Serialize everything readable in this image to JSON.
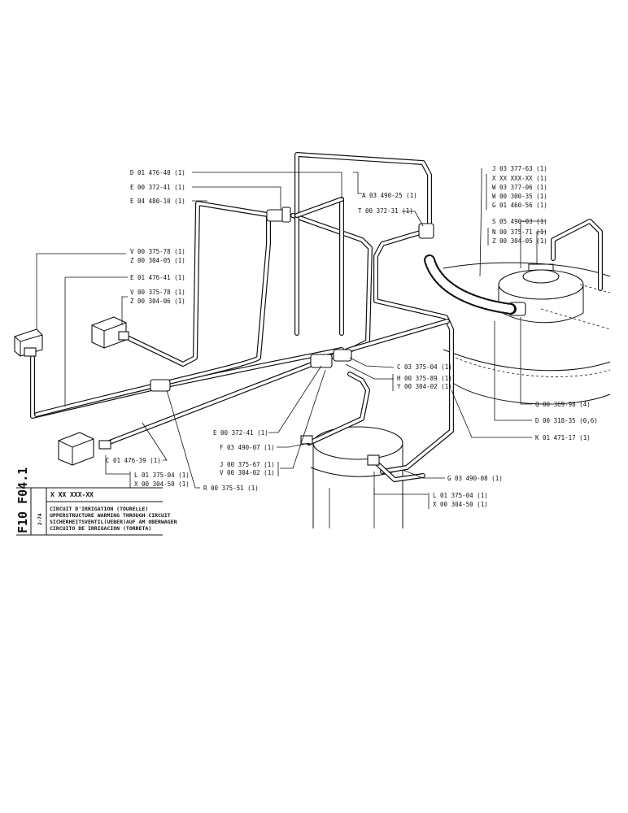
{
  "title_block": {
    "sheet_code": "F10 F04.1",
    "part_number": "X XX  XXX-XX",
    "rev": "2-74",
    "line_fr": "CIRCUIT D'IRRIGATION (TOURELLE)",
    "line_en": "UPPERSTRUCTURE WARMING THROUGH CIRCUIT",
    "line_de": "SICHERHEITSVENTIL(UEBER)AUF AM OBERWAGEN",
    "line_es": "CIRCUITO DE IRRIGACION (TORRETA)"
  },
  "callouts": {
    "d_01_476_40": "D 01 476-40 (1)",
    "e_00_372_41_top": "E 00 372-41 (1)",
    "e_04_480_10": "E 04 480-10 (1)",
    "v_00_375_78_a": "V 00 375-78 (1)",
    "z_00_304_05_a": "Z 00 304-05 (1)",
    "e_01_476_41": "E 01 476-41 (1)",
    "v_00_375_78_b": "V 00 375-78 (1)",
    "z_00_304_06": "Z 00 304-06 (1)",
    "a_03_490_25": "A 03 490-25 (1)",
    "t_00_372_31": "T 00 372-31 (1)",
    "j_03_377_63": "J 03 377-63 (1)",
    "x_xx": "X XX XXX-XX (1)",
    "w_03_377_06": "W 03 377-06 (1)",
    "w_00_300_35": "W 00 300-35 (1)",
    "g_01_460_56": "G 01 460-56 (1)",
    "s_05_490_03": "S 05 490-03 (1)",
    "n_00_375_71": "N 00 375-71 (1)",
    "z_00_304_05_b": "Z 00 304-05 (1)",
    "c_03_375_04": "C 03 375-04 (1)",
    "h_00_375_89": "H 00 375-89 (1)",
    "y_00_304_02": "Y 00 304-02 (1)",
    "q_00_369_98": "Q 00 369-98 (4)",
    "d_00_318_35": "D 00 318-35 (0,6)",
    "k_01_471_17": "K 01 471-17 (1)",
    "e_00_372_41_mid": "E 00 372-41 (1)",
    "f_03_490_07": "F 03 490-07 (1)",
    "j_00_375_67": "J 00 375-67 (1)",
    "v_00_304_02": "V 00 304-02 (1)",
    "c_01_476_39": "C 01 476-39 (1)",
    "l_01_375_04_a": "L 01 375-04 (1)",
    "x_00_304_50_a": "X 00 304-50 (1)",
    "r_00_375_51": "R 00 375-51 (1)",
    "g_03_490_08": "G 03 490-08 (1)",
    "l_01_375_04_b": "L 01 375-04 (1)",
    "x_00_304_50_b": "X 00 304-50 (1)"
  }
}
